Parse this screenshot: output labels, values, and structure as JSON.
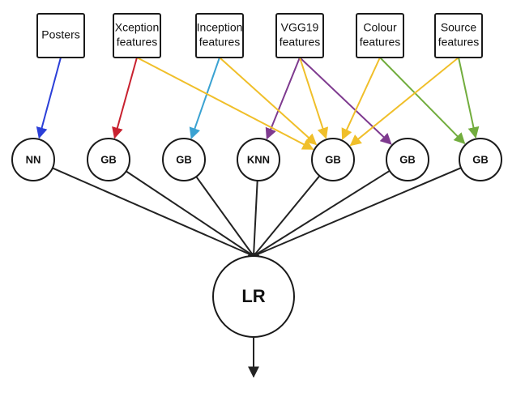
{
  "colors": {
    "posters": "#2b3fd8",
    "xception": "#c8212f",
    "inception": "#3aa2d2",
    "vgg19": "#7e3a8f",
    "colour": "#f0bf2a",
    "source": "#72ad3e",
    "ensemble": "#222222"
  },
  "features": [
    {
      "lines": [
        "Posters"
      ]
    },
    {
      "lines": [
        "Xception",
        "features"
      ]
    },
    {
      "lines": [
        "Inception",
        "features"
      ]
    },
    {
      "lines": [
        "VGG19",
        "features"
      ]
    },
    {
      "lines": [
        "Colour",
        "features"
      ]
    },
    {
      "lines": [
        "Source",
        "features"
      ]
    }
  ],
  "models": [
    {
      "label": "NN"
    },
    {
      "label": "GB"
    },
    {
      "label": "GB"
    },
    {
      "label": "KNN"
    },
    {
      "label": "GB"
    },
    {
      "label": "GB"
    },
    {
      "label": "GB"
    }
  ],
  "meta_model": {
    "label": "LR"
  },
  "edges": [
    {
      "from": 0,
      "to": 0,
      "color": "posters"
    },
    {
      "from": 1,
      "to": 1,
      "color": "xception"
    },
    {
      "from": 2,
      "to": 2,
      "color": "inception"
    },
    {
      "from": 3,
      "to": 3,
      "color": "vgg19"
    },
    {
      "from": 3,
      "to": 5,
      "color": "vgg19"
    },
    {
      "from": 5,
      "to": 6,
      "color": "source"
    },
    {
      "from": 4,
      "to": 6,
      "color": "source"
    },
    {
      "from": 1,
      "to": 4,
      "color": "colour"
    },
    {
      "from": 2,
      "to": 4,
      "color": "colour"
    },
    {
      "from": 3,
      "to": 4,
      "color": "colour"
    },
    {
      "from": 4,
      "to": 4,
      "color": "colour"
    },
    {
      "from": 5,
      "to": 4,
      "color": "colour"
    }
  ]
}
